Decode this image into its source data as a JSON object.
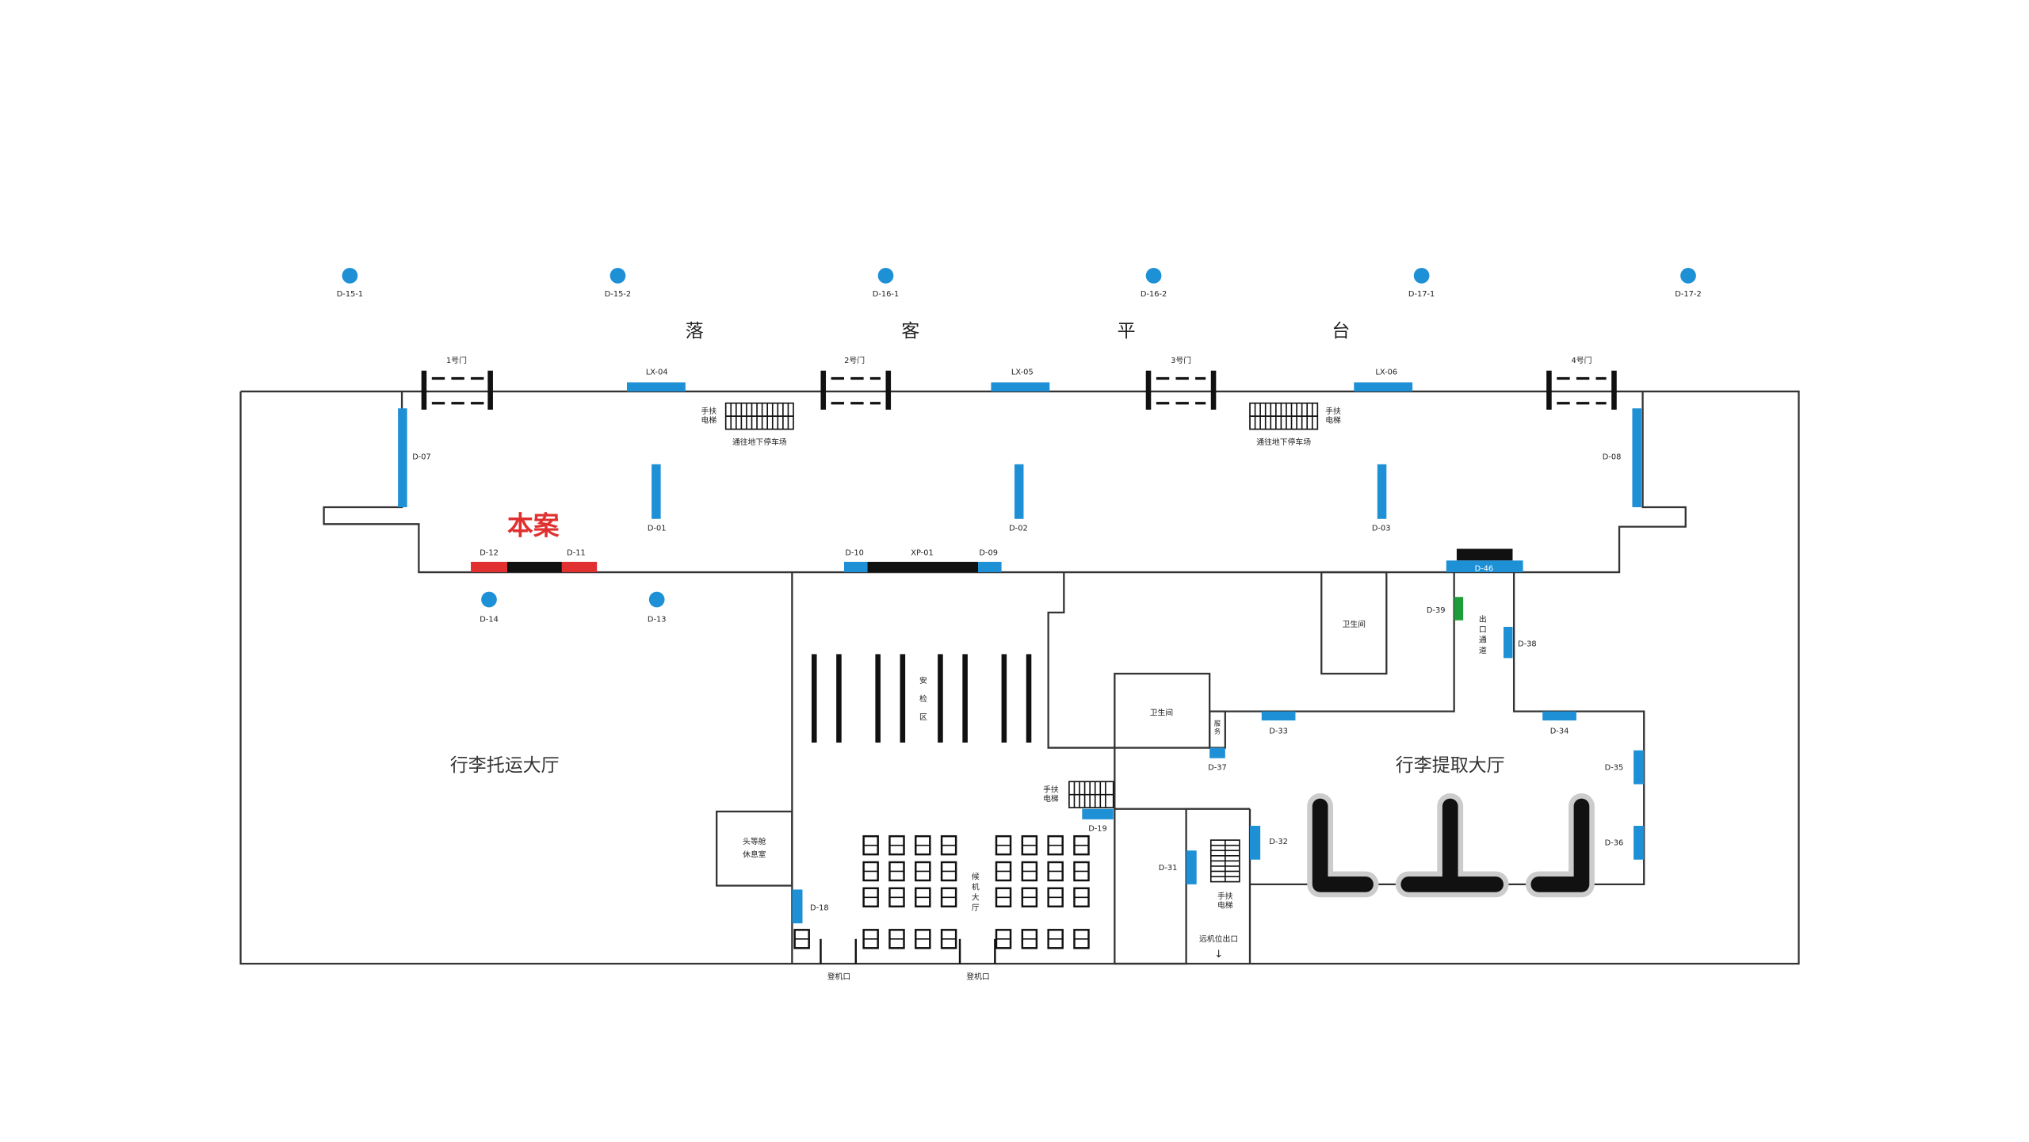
{
  "colors": {
    "blue": "#1e90d6",
    "red": "#e03030",
    "green": "#1f9d3a",
    "black": "#111111",
    "wall": "#333333"
  },
  "platform_chars": [
    "落",
    "客",
    "平",
    "台"
  ],
  "pillars": [
    "D-15-1",
    "D-15-2",
    "D-16-1",
    "D-16-2",
    "D-17-1",
    "D-17-2"
  ],
  "gates": [
    "1号门",
    "2号门",
    "3号门",
    "4号门"
  ],
  "highlight": "本案",
  "escalator": "手扶\n电梯",
  "to_parking": "通往地下停车场",
  "ads": {
    "lx04": "LX-04",
    "lx05": "LX-05",
    "lx06": "LX-06",
    "d07": "D-07",
    "d08": "D-08",
    "d01": "D-01",
    "d02": "D-02",
    "d03": "D-03",
    "d12": "D-12",
    "d11": "D-11",
    "d10": "D-10",
    "xp01": "XP-01",
    "d09": "D-09",
    "d46": "D-46",
    "d14": "D-14",
    "d13": "D-13",
    "d39": "D-39",
    "d38": "D-38",
    "d33": "D-33",
    "d34": "D-34",
    "d37": "D-37",
    "d35": "D-35",
    "d36": "D-36",
    "d32": "D-32",
    "d31": "D-31",
    "d19": "D-19",
    "d18": "D-18"
  },
  "rooms": {
    "checkin_hall": "行李托运大厅",
    "baggage_claim": "行李提取大厅",
    "security": "安检区",
    "toilet": "卫生间",
    "exit_passage": "出口通道",
    "first_class_lounge": "头等舱\n休息室",
    "waiting_hall": "候机大厅",
    "boarding_gate": "登机口",
    "remote_gate": "远机位出口",
    "small_room": "服务"
  }
}
